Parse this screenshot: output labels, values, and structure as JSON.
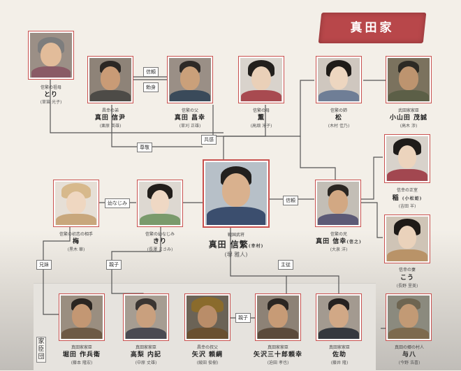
{
  "family_banner": "真田家",
  "kashindan_label": "家臣団",
  "relations": {
    "shinrai_top": "信頼",
    "chokuto": "勅身",
    "sonkei": "尊敬",
    "kyokan": "共感",
    "osananajimi": "幼なじみ",
    "shinrai_mid": "信頼",
    "kyodai": "兄妹",
    "oyako_left": "親子",
    "shutsuji": "主従",
    "oyako_bottom": "親子"
  },
  "people": {
    "tori": {
      "role": "信繁の祖母",
      "name": "とり",
      "actor": "(草笛 光子)"
    },
    "nobutada": {
      "role": "昌幸の弟",
      "name": "真田 信尹",
      "actor": "(栗原 英雄)"
    },
    "masayuki": {
      "role": "信繁の父",
      "name": "真田 昌幸",
      "actor": "(草刈 正雄)"
    },
    "kaoru": {
      "role": "信繁の母",
      "name": "薫",
      "actor": "(高畑 淳子)"
    },
    "matsu": {
      "role": "信繁の姉",
      "name": "松",
      "actor": "(木村 佳乃)"
    },
    "oyamada": {
      "role": "武田家家臣",
      "name": "小山田 茂誠",
      "actor": "(高木 渉)"
    },
    "ina": {
      "role": "信幸の正室",
      "name": "稲",
      "subname": "(小松姫)",
      "actor": "(吉田 羊)"
    },
    "ume": {
      "role": "信繁の初恋の相手",
      "name": "梅",
      "actor": "(黒木 華)"
    },
    "kiri": {
      "role": "信繁の幼なじみ",
      "name": "きり",
      "actor": "(長澤 まさみ)"
    },
    "nobushige": {
      "role": "戦国武将",
      "name": "真田 信繁",
      "suffix": "(幸村)",
      "actor": "(堺 雅人)"
    },
    "nobuyuki": {
      "role": "信繁の兄",
      "name": "真田 信幸",
      "suffix": "(信之)",
      "actor": "(大泉 洋)"
    },
    "kou": {
      "role": "信幸の妻",
      "name": "こう",
      "actor": "(長野 里美)"
    },
    "hotta": {
      "role": "真田家家臣",
      "name": "堀田 作兵衛",
      "actor": "(藤本 隆宏)"
    },
    "takanashi": {
      "role": "真田家家臣",
      "name": "高梨 内記",
      "actor": "(中原 丈雄)"
    },
    "yazawa_yoritsuna": {
      "role": "昌幸の叔父",
      "name": "矢沢 頼綱",
      "actor": "(綾田 俊樹)"
    },
    "yazawa_saburo": {
      "role": "真田家家臣",
      "name": "矢沢三十郎頼幸",
      "actor": "(迫田 孝也)"
    },
    "sasuke": {
      "role": "真田家家臣",
      "name": "佐助",
      "actor": "(藤井 隆)"
    },
    "yosaku": {
      "role": "真田の郷の村人",
      "name": "与八",
      "actor": "(今野 浩喜)"
    }
  },
  "colors": {
    "frame": "#c9514f",
    "banner": "#b8474a",
    "line": "#555555"
  }
}
